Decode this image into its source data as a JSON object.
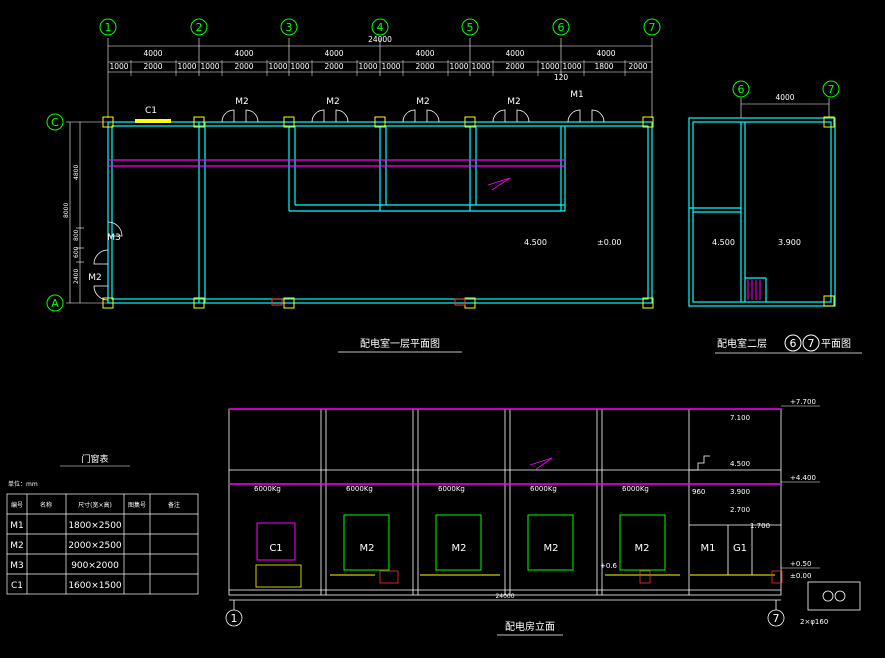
{
  "axes_top": [
    "1",
    "2",
    "3",
    "4",
    "5",
    "6",
    "7"
  ],
  "axes_side_right": [
    "6",
    "7"
  ],
  "axes_row": [
    "C",
    "A"
  ],
  "elev_axes": [
    "1",
    "7"
  ],
  "dims": {
    "total": "24000",
    "bays": [
      "4000",
      "4000",
      "4000",
      "4000",
      "4000",
      "4000"
    ],
    "sub": [
      "1000",
      "2000",
      "1000",
      "1000",
      "2000",
      "1000",
      "1000",
      "2000",
      "1000",
      "1000",
      "2000",
      "1000",
      "1000",
      "2000",
      "1000",
      "1000",
      "1800",
      "2000"
    ],
    "small": "120",
    "right_bay": "4000",
    "left_total": "8000",
    "left_upper": "4800",
    "left_mid1": "800",
    "left_mid2": "600",
    "left_low": "2400",
    "elev_total": "24000"
  },
  "door_tags": {
    "c1": "C1",
    "m2a": "M2",
    "m2b": "M2",
    "m2c": "M2",
    "m2d": "M2",
    "m1": "M1",
    "m3": "M3",
    "m2side": "M2"
  },
  "plan_levels": {
    "l1": "4.500",
    "l2": "±0.00",
    "r1": "4.500",
    "r2": "3.900"
  },
  "plan_titles": {
    "first_floor": "配电室一层平面图",
    "second_floor_pre": "配电室二层",
    "second_floor_ax1": "6",
    "second_floor_ax2": "7",
    "second_floor_post": "平面图",
    "elevation": "配电房立面"
  },
  "elev_levels": {
    "e1": "+7.700",
    "e2": "7.100",
    "e3": "4.500",
    "e4": "+4.400",
    "e5": "3.900",
    "e6": "2.700",
    "e7": "1.700",
    "e8": "+0.50",
    "e9": "±0.00",
    "e10": "960",
    "e11": "+0.6"
  },
  "elev_labels": {
    "kg": [
      "6000Kg",
      "6000Kg",
      "6000Kg",
      "6000Kg",
      "6000Kg"
    ],
    "doors": [
      "C1",
      "M2",
      "M2",
      "M2",
      "M2",
      "M1",
      "G1"
    ],
    "pipe": "2×φ160"
  },
  "door_table": {
    "title": "门窗表",
    "unit": "单位：mm",
    "headers": [
      "编号",
      "名称",
      "尺寸(宽×高)",
      "图集号",
      "备注"
    ],
    "rows": [
      [
        "M1",
        "",
        "1800×2500",
        "",
        ""
      ],
      [
        "M2",
        "",
        "2000×2500",
        "",
        ""
      ],
      [
        "M3",
        "",
        "900×2000",
        "",
        ""
      ],
      [
        "C1",
        "",
        "1600×1500",
        "",
        ""
      ]
    ]
  },
  "colors": {
    "grid_axis": "#00ff00",
    "wall": "#00ffff",
    "dim": "#ffffff",
    "magenta": "#ff00ff",
    "yellow": "#ffff00",
    "red": "#ff3030",
    "elevation": "#ffffff"
  }
}
